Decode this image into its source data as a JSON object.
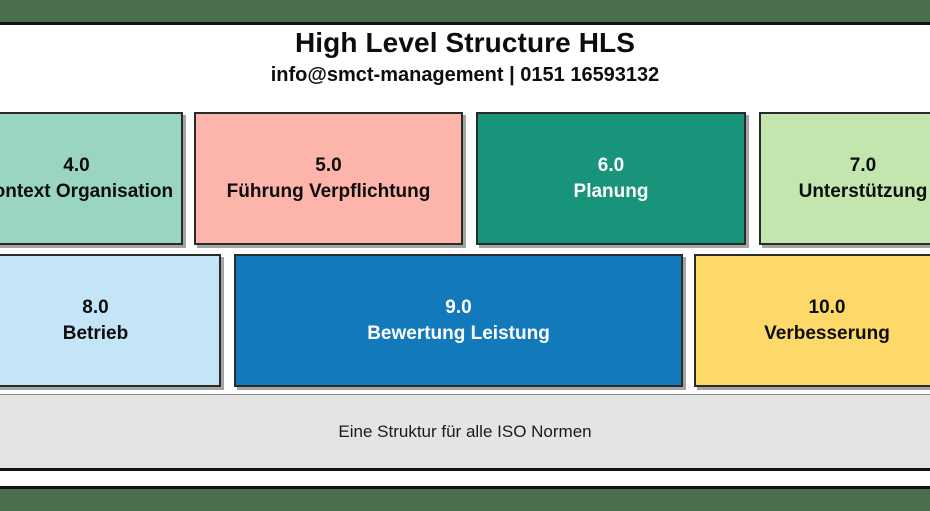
{
  "bands": {
    "color": "#4a6e4e",
    "top_name": "top-accent-band",
    "bottom_name": "bottom-accent-band"
  },
  "header": {
    "title": "High Level Structure HLS",
    "subtitle": "info@smct-management | 0151 16593132"
  },
  "rows": [
    {
      "boxes": [
        {
          "number": "4.0",
          "label": "Kontext Organisation",
          "bg": "#9ad5c4",
          "fg": "#0d0d0d"
        },
        {
          "number": "5.0",
          "label": "Führung Verpflichtung",
          "bg": "#fcb4ab",
          "fg": "#0d0d0d"
        },
        {
          "number": "6.0",
          "label": "Planung",
          "bg": "#17947a",
          "fg": "#ffffff"
        },
        {
          "number": "7.0",
          "label": "Unterstützung",
          "bg": "#c3e6ae",
          "fg": "#0d0d0d"
        }
      ]
    },
    {
      "boxes": [
        {
          "number": "8.0",
          "label": "Betrieb",
          "bg": "#c4e4f7",
          "fg": "#0d0d0d"
        },
        {
          "number": "9.0",
          "label": "Bewertung Leistung",
          "bg": "#1279bb",
          "fg": "#ffffff"
        },
        {
          "number": "10.0",
          "label": "Verbesserung",
          "bg": "#fcd968",
          "fg": "#0d0d0d"
        }
      ]
    }
  ],
  "footer": {
    "text": "Eine Struktur für alle ISO Normen",
    "bg": "#e4e4e4"
  }
}
